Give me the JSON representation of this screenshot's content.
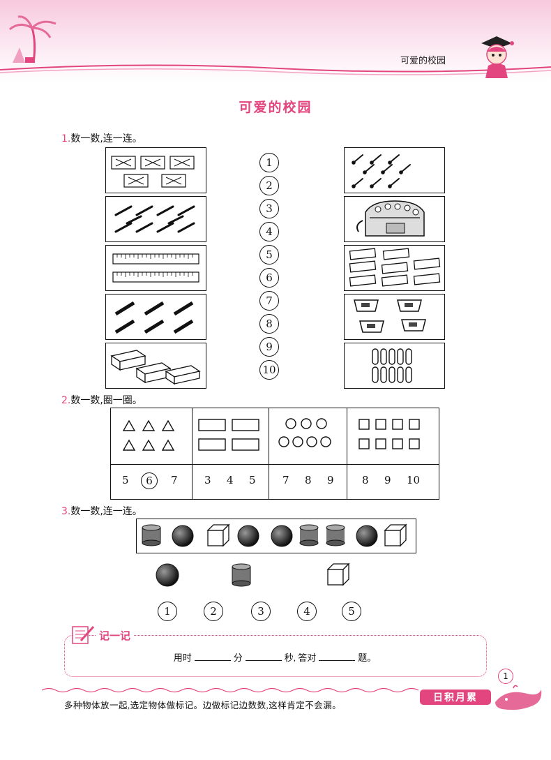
{
  "header": {
    "title": "可爱的校园"
  },
  "main_title": "可爱的校园",
  "q1": {
    "number": "1.",
    "text": "数一数,连一连。",
    "numbers": [
      "1",
      "2",
      "3",
      "4",
      "5",
      "6",
      "7",
      "8",
      "9",
      "10"
    ],
    "left_pictures": [
      {
        "icon": "book-icon",
        "count": 5
      },
      {
        "icon": "pencil-icon",
        "count": 10
      },
      {
        "icon": "ruler-icon",
        "count": 2
      },
      {
        "icon": "crayon-icon",
        "count": 6
      },
      {
        "icon": "eraser-icon",
        "count": 3
      }
    ],
    "right_pictures": [
      {
        "icon": "paintbrush-icon",
        "count": 9
      },
      {
        "icon": "backpack-icon",
        "count": 1
      },
      {
        "icon": "pencil-case-icon",
        "count": 8
      },
      {
        "icon": "sharpener-icon",
        "count": 4
      },
      {
        "icon": "paperclip-icon",
        "count": 10
      }
    ]
  },
  "q2": {
    "number": "2.",
    "text": "数一数,圈一圈。",
    "columns": [
      {
        "shape": "triangle-icon",
        "count": 6,
        "options": [
          "5",
          "6",
          "7"
        ],
        "circled": "6"
      },
      {
        "shape": "rectangle-icon",
        "count": 4,
        "options": [
          "3",
          "4",
          "5"
        ],
        "circled": ""
      },
      {
        "shape": "circle-icon",
        "count": 7,
        "options": [
          "7",
          "8",
          "9"
        ],
        "circled": ""
      },
      {
        "shape": "square-icon",
        "count": 8,
        "options": [
          "8",
          "9",
          "10"
        ],
        "circled": ""
      }
    ]
  },
  "q3": {
    "number": "3.",
    "text": "数一数,连一连。",
    "sequence": [
      "cylinder-icon",
      "sphere-icon",
      "cube-icon",
      "sphere-icon",
      "sphere-icon",
      "cylinder-icon",
      "cylinder-icon",
      "sphere-icon",
      "cube-icon"
    ],
    "targets": [
      "sphere-icon",
      "cylinder-icon",
      "cube-icon"
    ],
    "numbers": [
      "1",
      "2",
      "3",
      "4",
      "5"
    ]
  },
  "note": {
    "title": "记一记",
    "used_time": "用时",
    "minutes": "分",
    "seconds": "秒,",
    "correct": "答对",
    "questions": "题。"
  },
  "footer": {
    "tip": "多种物体放一起,选定物体做标记。边做标记边数数,这样肯定不会漏。",
    "badge": "日积月累",
    "page_number": "1"
  },
  "colors": {
    "accent": "#e3457e",
    "band": "#f7c9dc"
  }
}
